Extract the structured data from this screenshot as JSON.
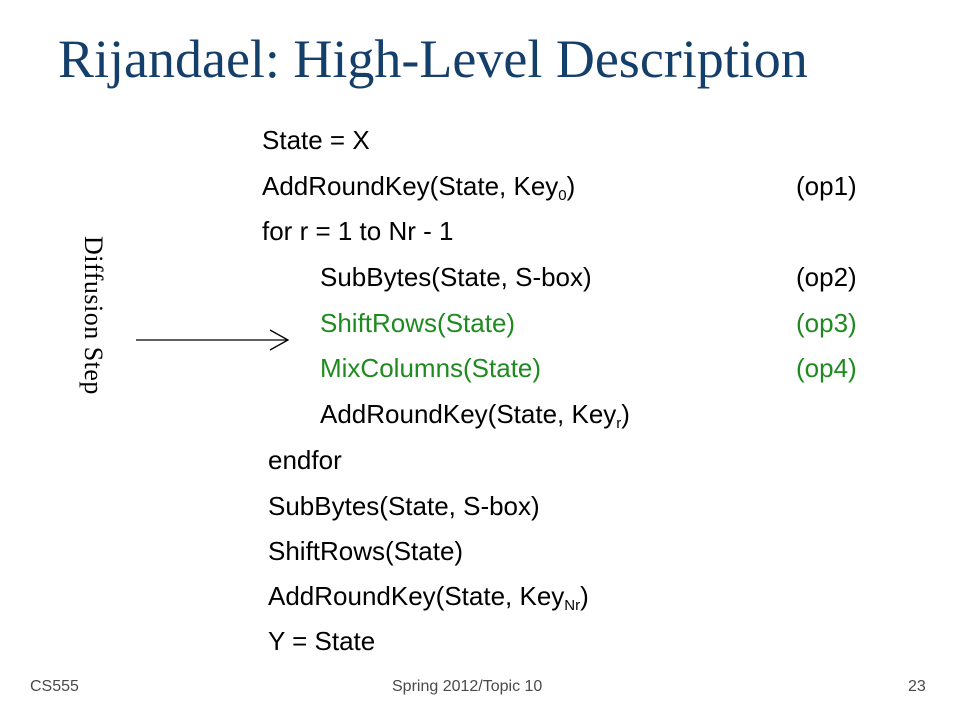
{
  "title": "Rijandael: High-Level Description",
  "title_color": "#153f6b",
  "accent_color": "#1f8a1f",
  "side_label": "Diffusion Step",
  "code": {
    "state_init": "State = X",
    "addroundkey0": {
      "text": "AddRoundKey(State, Key",
      "sub": "0",
      "close": ")",
      "op": "(op1)"
    },
    "for_loop": "for r = 1 to Nr - 1",
    "subbytes": {
      "text": "SubBytes(State, S-box)",
      "op": "(op2)"
    },
    "shiftrows": {
      "text": "ShiftRows(State)",
      "op": "(op3)"
    },
    "mixcolumns": {
      "text": "MixColumns(State)",
      "op": "(op4)"
    },
    "addroundkey_r": {
      "text": "AddRoundKey(State, Key",
      "sub": "r",
      "close": ")"
    },
    "endfor": "endfor",
    "final_subbytes": "SubBytes(State, S-box)",
    "final_shiftrows": "ShiftRows(State)",
    "final_addroundkey": {
      "text": "AddRoundKey(State, Key",
      "sub": "Nr",
      "close": ")"
    },
    "output": "Y = State"
  },
  "footer": {
    "course": "CS555",
    "term": "Spring 2012/Topic 10",
    "page": "23"
  }
}
